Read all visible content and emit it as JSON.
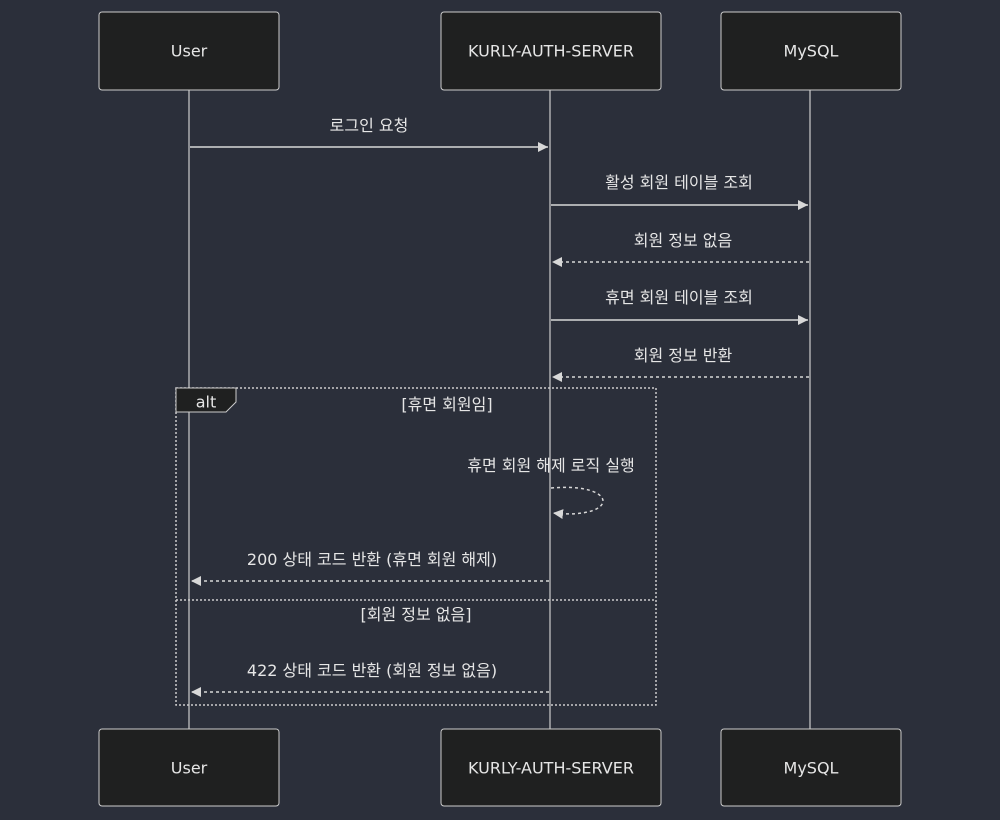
{
  "actors": {
    "user": "User",
    "auth": "KURLY-AUTH-SERVER",
    "mysql": "MySQL"
  },
  "messages": [
    {
      "id": "m1",
      "label": "로그인 요청"
    },
    {
      "id": "m2",
      "label": "활성 회원 테이블 조회"
    },
    {
      "id": "m3",
      "label": "회원 정보 없음"
    },
    {
      "id": "m4",
      "label": "휴면 회원 테이블 조회"
    },
    {
      "id": "m5",
      "label": "회원 정보 반환"
    },
    {
      "id": "m6",
      "label": "휴면 회원 해제 로직 실행"
    },
    {
      "id": "m7",
      "label": "200 상태 코드 반환 (휴면 회원 해제)"
    },
    {
      "id": "m8",
      "label": "422 상태 코드 반환 (회원 정보 없음)"
    }
  ],
  "alt": {
    "tag": "alt",
    "condition_1": "[휴면 회원임]",
    "condition_2": "[회원 정보 없음]"
  },
  "colors": {
    "background": "#2b2f3a",
    "actor_fill": "#1f2020",
    "line": "#cccccc",
    "text": "#e6e6e6"
  }
}
